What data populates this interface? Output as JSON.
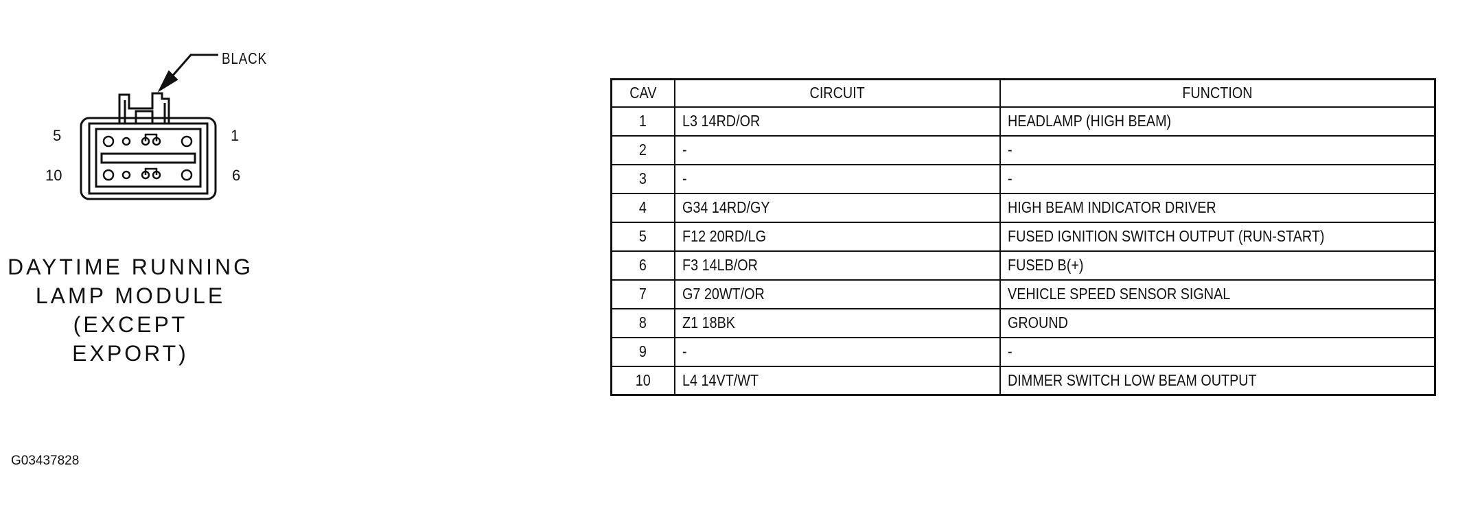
{
  "connector": {
    "color_label": "BLACK",
    "pin_labels": {
      "top_left": "5",
      "bottom_left": "10",
      "top_right": "1",
      "bottom_right": "6"
    },
    "module_title_lines": [
      "DAYTIME RUNNING",
      "LAMP MODULE",
      "(EXCEPT",
      "EXPORT)"
    ]
  },
  "table": {
    "headers": {
      "cav": "CAV",
      "circuit": "CIRCUIT",
      "function": "FUNCTION"
    },
    "rows": [
      {
        "cav": "1",
        "circuit": "L3 14RD/OR",
        "function": "HEADLAMP (HIGH BEAM)"
      },
      {
        "cav": "2",
        "circuit": "-",
        "function": "-"
      },
      {
        "cav": "3",
        "circuit": "-",
        "function": "-"
      },
      {
        "cav": "4",
        "circuit": "G34 14RD/GY",
        "function": "HIGH BEAM INDICATOR DRIVER"
      },
      {
        "cav": "5",
        "circuit": "F12 20RD/LG",
        "function": "FUSED IGNITION SWITCH OUTPUT (RUN-START)"
      },
      {
        "cav": "6",
        "circuit": "F3 14LB/OR",
        "function": "FUSED B(+)"
      },
      {
        "cav": "7",
        "circuit": "G7 20WT/OR",
        "function": "VEHICLE SPEED SENSOR SIGNAL"
      },
      {
        "cav": "8",
        "circuit": "Z1 18BK",
        "function": "GROUND"
      },
      {
        "cav": "9",
        "circuit": "-",
        "function": "-"
      },
      {
        "cav": "10",
        "circuit": "L4 14VT/WT",
        "function": "DIMMER SWITCH LOW BEAM OUTPUT"
      }
    ]
  },
  "figure_id": "G03437828"
}
